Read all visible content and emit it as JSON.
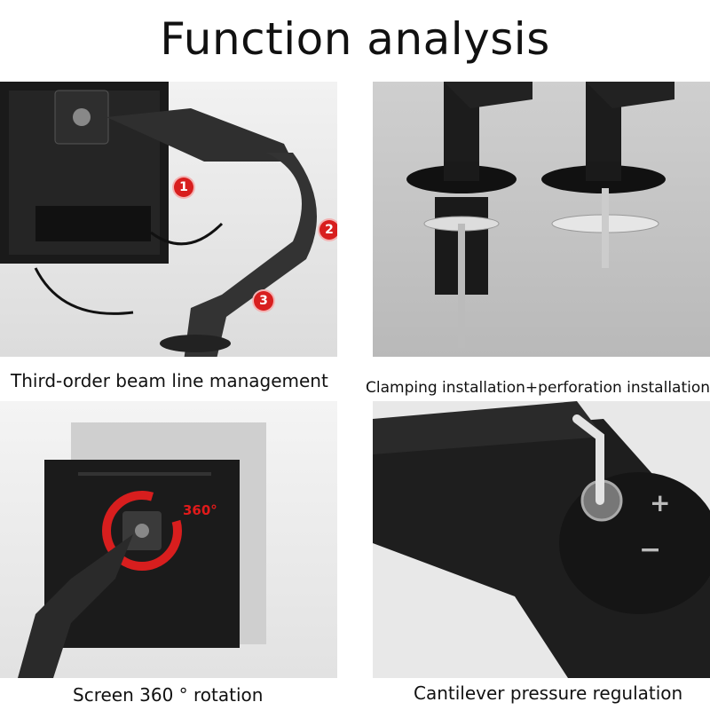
{
  "title": "Function analysis",
  "panels": [
    {
      "caption": "Third-order beam line management",
      "badges": [
        "1",
        "2",
        "3"
      ]
    },
    {
      "caption": "Clamping installation+perforation installation"
    },
    {
      "caption": "Screen 360 ° rotation",
      "rotation_label": "360°"
    },
    {
      "caption": "Cantilever pressure regulation",
      "icons": [
        "plus-icon",
        "minus-icon"
      ]
    }
  ],
  "colors": {
    "accent": "#d81e1e",
    "arm": "#2a2a2a"
  }
}
